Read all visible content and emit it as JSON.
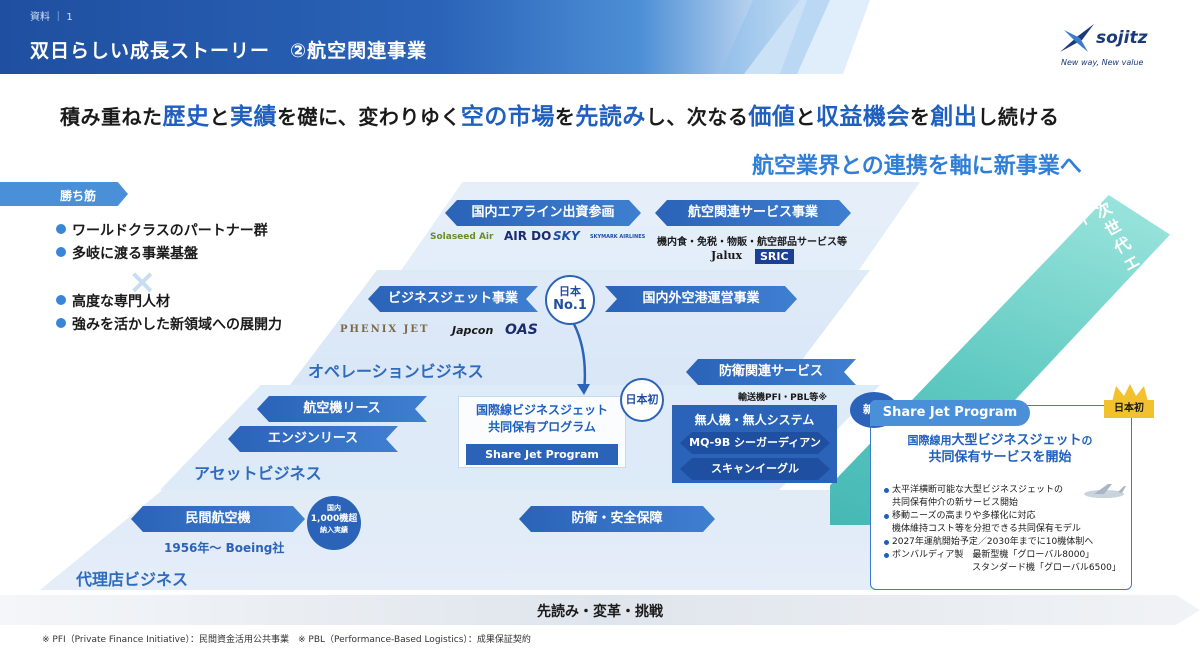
{
  "header": {
    "doc_label": "資料 ｜ 1",
    "title": "双日らしい成長ストーリー　②航空関連事業",
    "logo_word": "sojitz",
    "logo_tagline": "New way, New value"
  },
  "headline": {
    "parts": [
      "積み重ねた",
      "歴史",
      "と",
      "実績",
      "を礎に、変わりゆく",
      "空の市場",
      "を",
      "先読み",
      "し、次なる",
      "価値",
      "と",
      "収益機会",
      "を",
      "創出",
      "し続ける"
    ]
  },
  "subhead": "航空業界との連携を軸に新事業へ",
  "winning": {
    "label": "勝ち筋",
    "items": [
      "ワールドクラスのパートナー群",
      "多岐に渡る事業基盤",
      "高度な専門人材",
      "強みを活かした新領域への展開力"
    ],
    "cross": "×"
  },
  "top_layer": {
    "airline_investment": "国内エアライン出資参画",
    "airline_brands": [
      "Solaseed Air",
      "AIR DO",
      "SKY",
      "SKYMARK AIRLINES"
    ],
    "aviation_services": "航空関連サービス事業",
    "services_detail": "機内食・免税・物販・航空部品サービス等",
    "services_brands": [
      "Jalux",
      "SRIC"
    ]
  },
  "operation": {
    "label": "オペレーションビジネス",
    "bizjet": "ビジネスジェット事業",
    "bizjet_brands": [
      "PHENIX JET",
      "Japcon",
      "OAS"
    ],
    "no1_badge": [
      "日本",
      "No.1"
    ],
    "airport": "国内外空港運営事業",
    "defense_services": "防衛関連サービス",
    "defense_detail": "輸送機PFI・PBL等※"
  },
  "asset": {
    "label": "アセットビジネス",
    "aircraft_lease": "航空機リース",
    "engine_lease": "エンジンリース",
    "intl_program": "国際線ビジネスジェット共同保有プログラム",
    "intl_program_line1": "国際線ビジネスジェット",
    "intl_program_line2": "共同保有プログラム",
    "share_jet_button": "Share Jet Program",
    "nihon_hatsu": "日本初",
    "drone_title": "無人機・無人システム",
    "drone_items": [
      "MQ-9B シーガーディアン",
      "スキャンイーグル"
    ]
  },
  "agent": {
    "label": "代理店ビジネス",
    "civil_aircraft": "民間航空機",
    "civil_since": "1956年〜 Boeing社",
    "delivery_badge": [
      "国内",
      "1,000機超",
      "納入実績"
    ],
    "defense_security": "防衛・安全保障"
  },
  "next_gen": "次世代エアモビリティ",
  "share_jet": {
    "new_badge": "新規",
    "head": "Share Jet Program",
    "nihon_ichi": "日本初",
    "title_line1_a": "国際線用",
    "title_line1_b": "大型ビジネスジェット",
    "title_line1_c": "の",
    "title_line2": "共同保有サービスを開始",
    "bullets": [
      "太平洋横断可能な大型ビジネスジェットの",
      "共同保有仲介の新サービス開始",
      "移動ニーズの高まりや多様化に対応",
      "機体維持コスト等を分担できる共同保有モデル",
      "2027年運航開始予定／2030年までに10機体制へ",
      "ボンバルディア製　最新型機「グローバル8000」",
      "スタンダード機「グローバル6500」"
    ]
  },
  "bottom": "先読み・変革・挑戦",
  "footnote": "※ PFI（Private Finance Initiative）：民間資金活用公共事業　※ PBL（Performance-Based Logistics）：成果保証契約",
  "colors": {
    "primary": "#2a63b8",
    "accent": "#1f5fbf",
    "teal": "#5cc8c0",
    "gold": "#f2c12e"
  }
}
